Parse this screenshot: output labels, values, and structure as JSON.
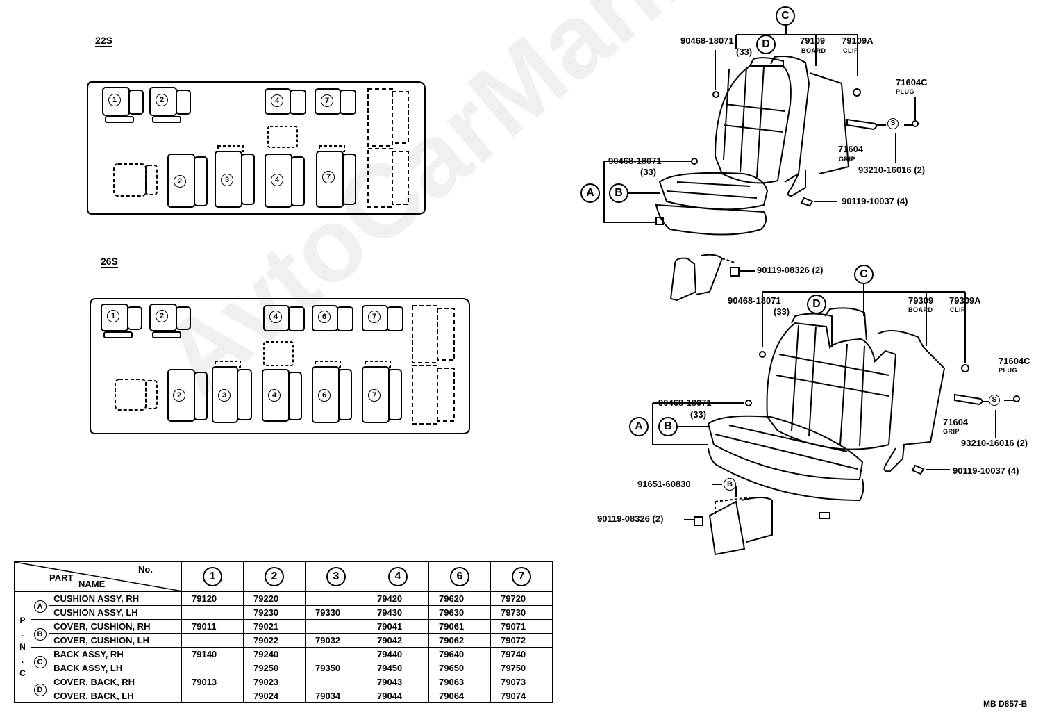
{
  "watermark": "AvtoCarMan.ru",
  "layouts": {
    "layout_22s": {
      "title": "22S",
      "seat_numbers": [
        "1",
        "2",
        "4",
        "7",
        "2",
        "3",
        "4",
        "7"
      ]
    },
    "layout_26s": {
      "title": "26S",
      "seat_numbers": [
        "1",
        "2",
        "4",
        "6",
        "7",
        "2",
        "3",
        "4",
        "6",
        "7"
      ]
    }
  },
  "upper_assembly": {
    "callouts": {
      "c": "C",
      "d": "D",
      "a": "A",
      "b": "B",
      "s": "S"
    },
    "parts": {
      "nut_top": "90468-18071",
      "nut_top_qty": "(33)",
      "board": "79109",
      "board_sub": "BOARD",
      "clip": "79109A",
      "clip_sub": "CLIP",
      "plug": "71604C",
      "plug_sub": "PLUG",
      "grip": "71604",
      "grip_sub": "GRIP",
      "screw": "93210-16016 (2)",
      "nut_mid": "90468-18071",
      "nut_mid_qty": "(33)",
      "bolt": "90119-10037 (4)",
      "bolt_lower": "90119-08326 (2)"
    }
  },
  "lower_assembly": {
    "callouts": {
      "c": "C",
      "d": "D",
      "a": "A",
      "b": "B",
      "s": "S",
      "b_small": "B"
    },
    "parts": {
      "nut_top": "90468-18071",
      "nut_top_qty": "(33)",
      "board": "79309",
      "board_sub": "BOARD",
      "clip": "79309A",
      "clip_sub": "CLIP",
      "plug": "71604C",
      "plug_sub": "PLUG",
      "grip": "71604",
      "grip_sub": "GRIP",
      "screw": "93210-16016 (2)",
      "nut_mid": "90468-18071",
      "nut_mid_qty": "(33)",
      "bolt": "90119-10037 (4)",
      "pin": "91651-60830",
      "bolt_lower": "90119-08326 (2)"
    }
  },
  "table": {
    "header_no": "No.",
    "header_part": "PART",
    "header_name": "NAME",
    "pnc_letters": [
      "P",
      ".",
      "N",
      ".",
      "C"
    ],
    "columns": [
      "1",
      "2",
      "3",
      "4",
      "6",
      "7"
    ],
    "groups": [
      "A",
      "B",
      "C",
      "D"
    ],
    "rows": [
      {
        "name": "CUSHION ASSY, RH",
        "values": [
          "79120",
          "79220",
          "",
          "79420",
          "79620",
          "79720"
        ]
      },
      {
        "name": "CUSHION ASSY, LH",
        "values": [
          "",
          "79230",
          "79330",
          "79430",
          "79630",
          "79730"
        ]
      },
      {
        "name": "COVER, CUSHION, RH",
        "values": [
          "79011",
          "79021",
          "",
          "79041",
          "79061",
          "79071"
        ]
      },
      {
        "name": "COVER, CUSHION, LH",
        "values": [
          "",
          "79022",
          "79032",
          "79042",
          "79062",
          "79072"
        ]
      },
      {
        "name": "BACK ASSY, RH",
        "values": [
          "79140",
          "79240",
          "",
          "79440",
          "79640",
          "79740"
        ]
      },
      {
        "name": "BACK ASSY, LH",
        "values": [
          "",
          "79250",
          "79350",
          "79450",
          "79650",
          "79750"
        ]
      },
      {
        "name": "COVER, BACK, RH",
        "values": [
          "79013",
          "79023",
          "",
          "79043",
          "79063",
          "79073"
        ]
      },
      {
        "name": "COVER, BACK, LH",
        "values": [
          "",
          "79024",
          "79034",
          "79044",
          "79064",
          "79074"
        ]
      }
    ]
  },
  "figure_code": "MB D857-B"
}
